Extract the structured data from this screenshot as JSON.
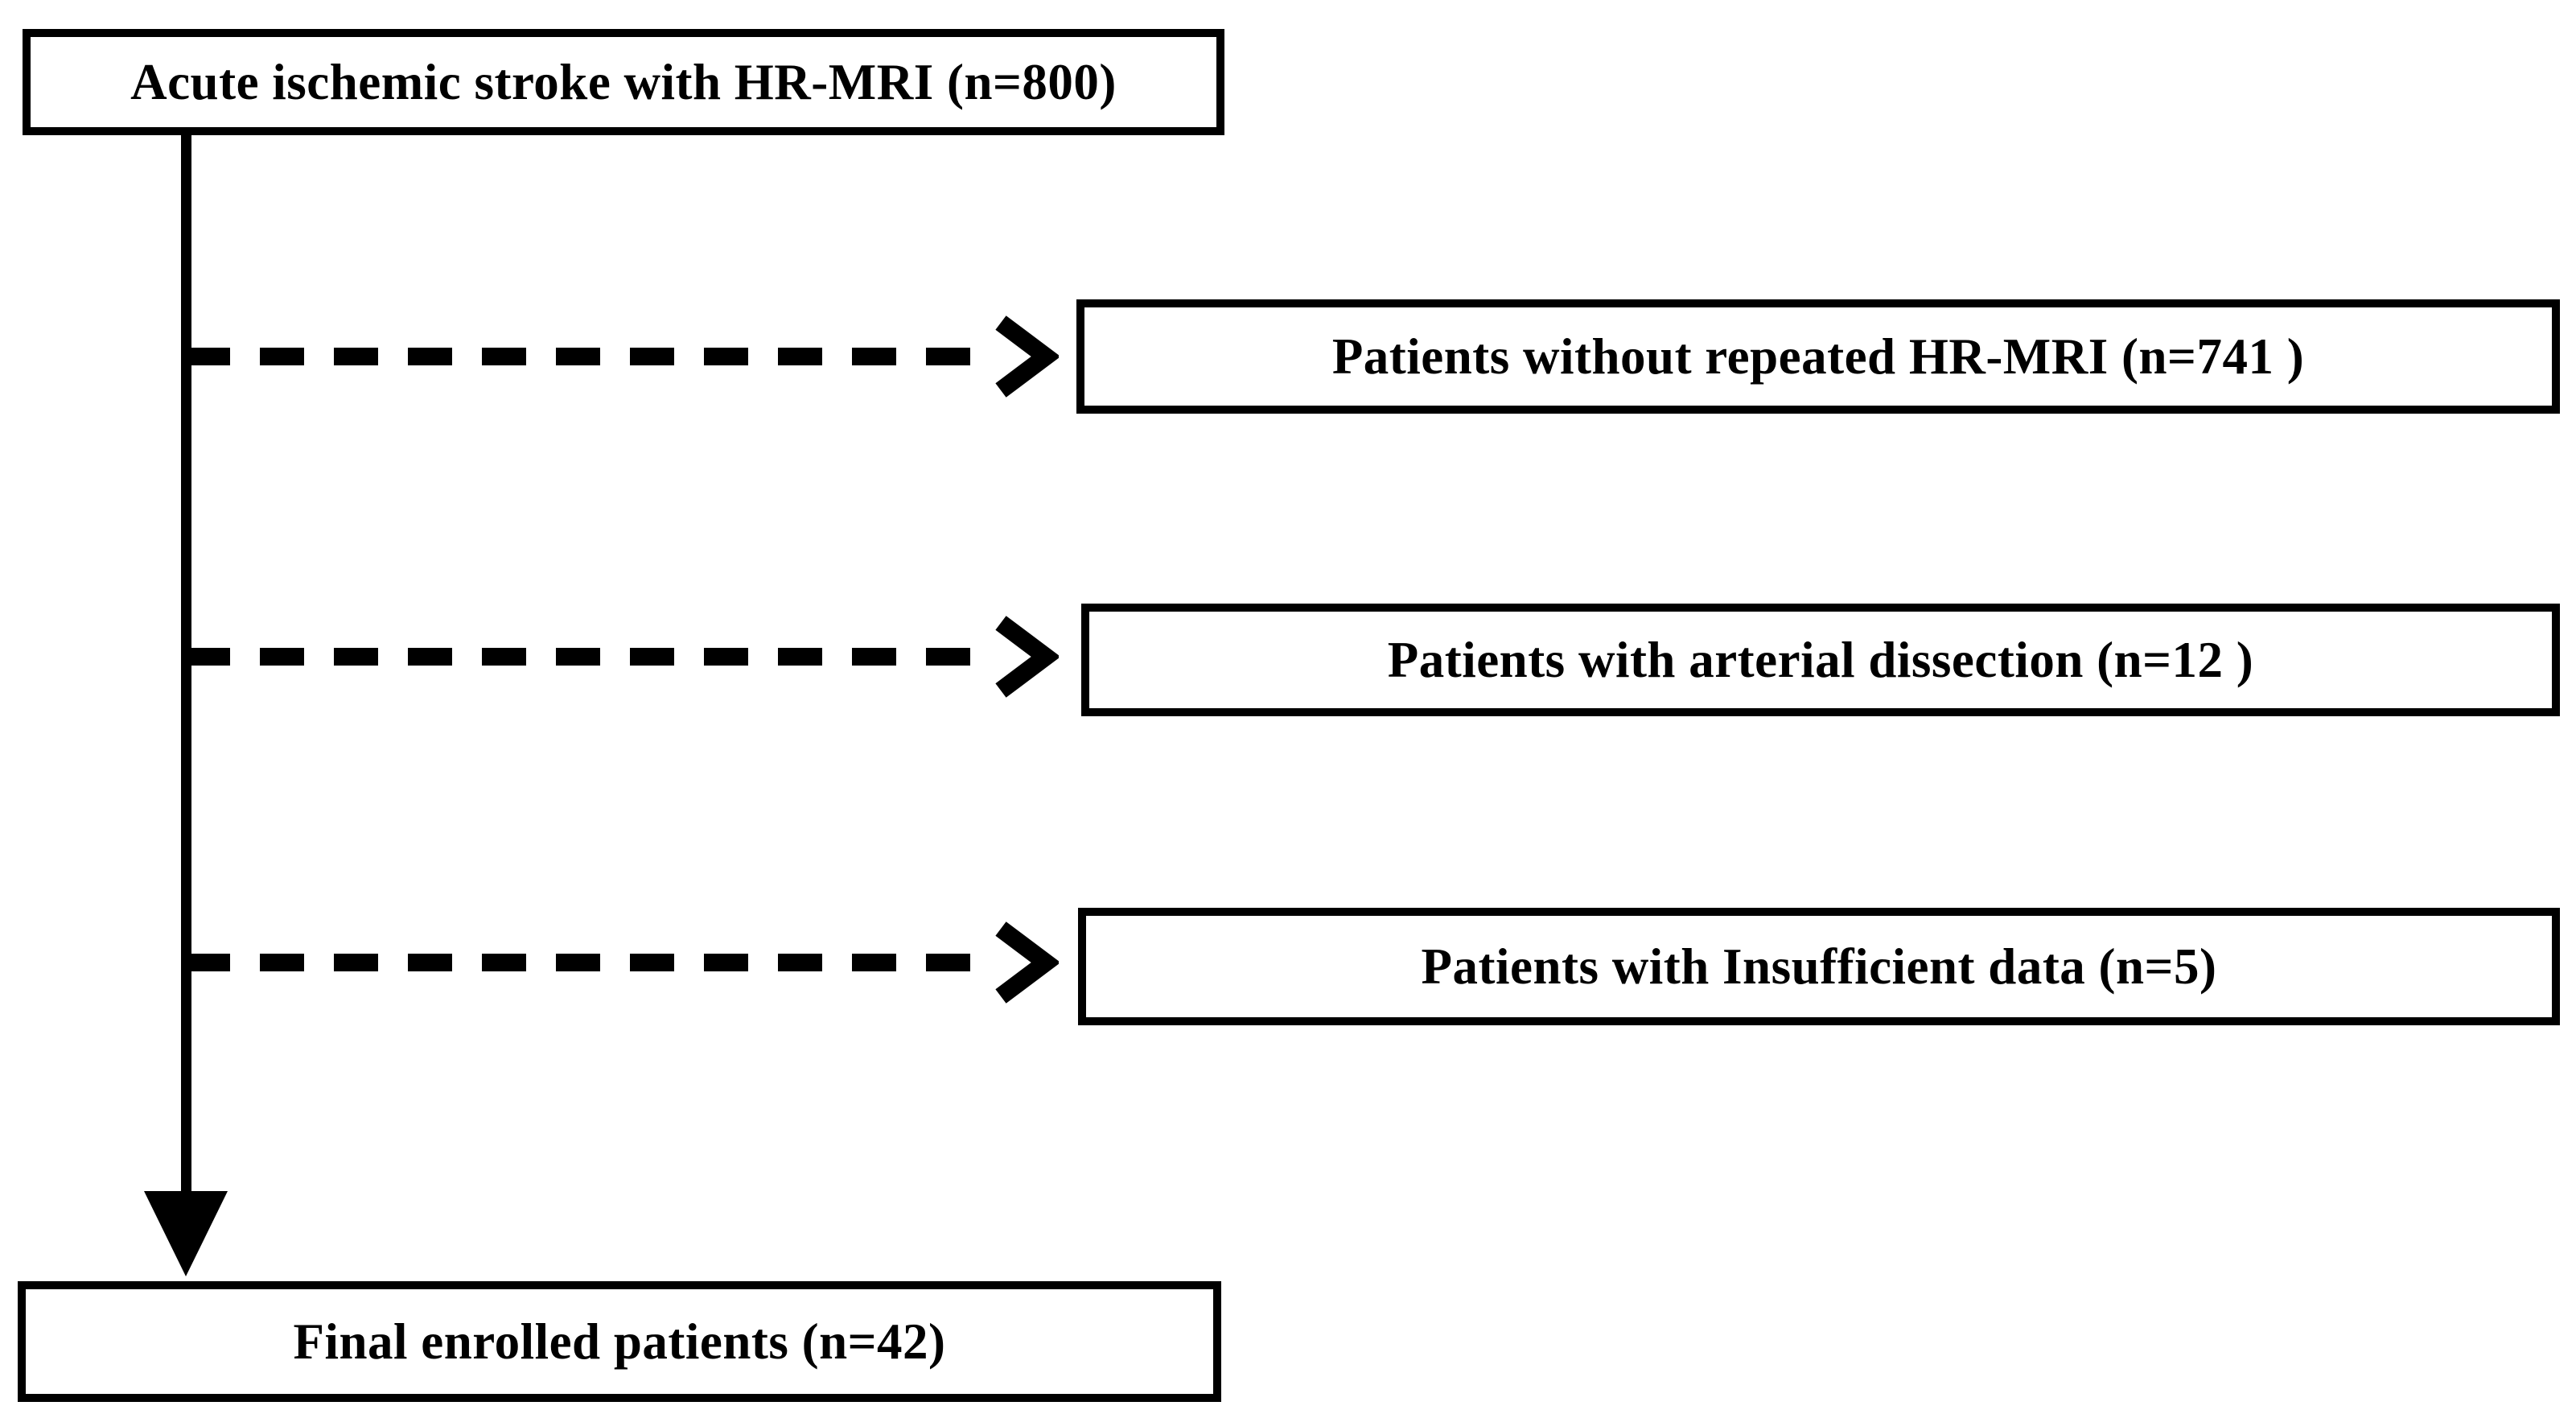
{
  "diagram": {
    "source": {
      "label": "Acute ischemic stroke with HR-MRI (n=800)",
      "n": 800
    },
    "exclusions": [
      {
        "label": "Patients without repeated HR-MRI (n=741 )",
        "n": 741
      },
      {
        "label": "Patients with arterial dissection (n=12 )",
        "n": 12
      },
      {
        "label": "Patients with Insufficient data (n=5)",
        "n": 5
      }
    ],
    "final": {
      "label": "Final enrolled patients (n=42)",
      "n": 42
    },
    "colors": {
      "line": "#000000",
      "box_border": "#000000",
      "box_fill": "#ffffff",
      "background": "#ffffff",
      "text": "#000000"
    }
  }
}
